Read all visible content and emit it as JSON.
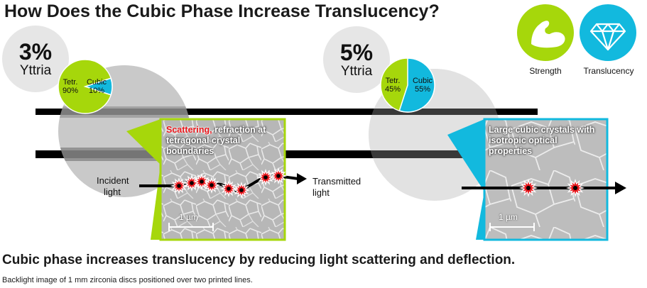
{
  "title": "How Does the Cubic Phase Increase Translucency?",
  "subtitle": "Cubic phase increases translucency by reducing light scattering and deflection.",
  "footnote": "Backlight image of 1 mm zirconia discs positioned over two printed lines.",
  "colors": {
    "strength": "#a6d70b",
    "translucency": "#12b9de",
    "scatter": "#e8161b",
    "text": "#1a1a1a"
  },
  "left": {
    "percent": "3%",
    "label": "Yttria",
    "pie": {
      "tetr_label": "Tetr.",
      "tetr_value": "90%",
      "cubic_label": "Cubic",
      "cubic_value": "10%",
      "cubic_fraction": 0.1
    },
    "callout_red": "Scattering,",
    "callout_rest": "refraction at tetragonal crystal boundaries",
    "scale": "1 µm",
    "incident_line1": "Incident",
    "incident_line2": "light",
    "transmitted_line1": "Transmitted",
    "transmitted_line2": "light"
  },
  "right": {
    "percent": "5%",
    "label": "Yttria",
    "pie": {
      "tetr_label": "Tetr.",
      "tetr_value": "45%",
      "cubic_label": "Cubic",
      "cubic_value": "55%",
      "cubic_fraction": 0.55
    },
    "callout": "Large cubic crystals with isotropic optical properties",
    "scale": "1 µm"
  },
  "icons": [
    {
      "name": "strength-icon",
      "label": "Strength"
    },
    {
      "name": "diamond-icon",
      "label": "Translucency"
    }
  ]
}
